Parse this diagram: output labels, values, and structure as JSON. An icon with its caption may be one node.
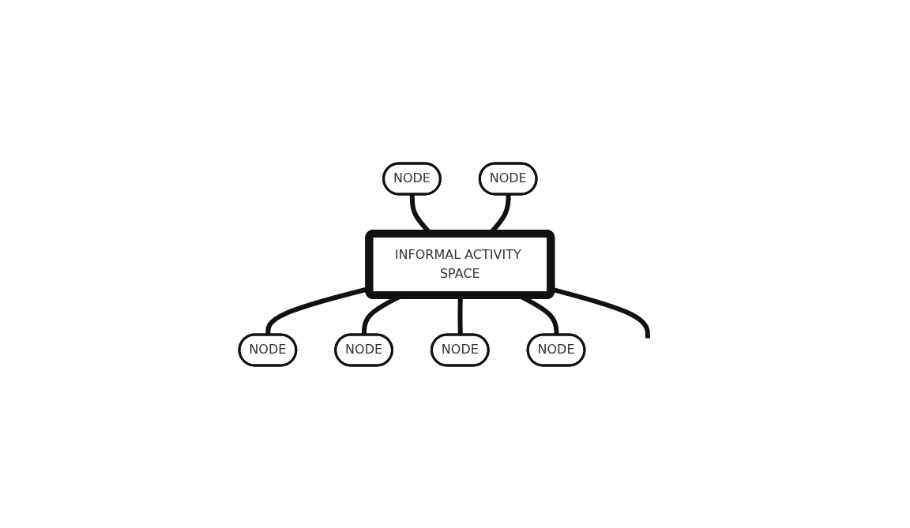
{
  "diagram": {
    "nodes": [
      {
        "text": [
          "INFORMAL ACTIVITY SPACE"
        ]
      },
      {
        "text": [
          "NODE"
        ]
      },
      {
        "text": [
          "NODE"
        ]
      },
      {
        "text": [
          "NODE"
        ]
      },
      {
        "text": [
          "NODE"
        ]
      },
      {
        "text": [
          "NODE"
        ]
      },
      {
        "text": [
          "NODE"
        ]
      }
    ],
    "edges": [
      {
        "from": 1,
        "to": 0,
        "arrow": "none"
      },
      {
        "from": 2,
        "to": 0,
        "arrow": "none"
      },
      {
        "from": 0,
        "to": 3,
        "arrow": "none"
      },
      {
        "from": 0,
        "to": 4,
        "arrow": "none"
      },
      {
        "from": 0,
        "to": 5,
        "arrow": "none"
      },
      {
        "from": 0,
        "to": 6,
        "arrow": "none"
      },
      {
        "from": 0,
        "to": null,
        "arrow": "none"
      }
    ]
  }
}
